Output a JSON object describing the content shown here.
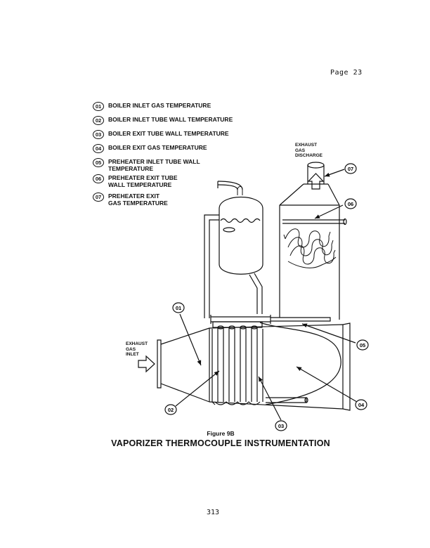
{
  "page_header": "Page 23",
  "legend": [
    {
      "num": "01",
      "text": "BOILER INLET GAS TEMPERATURE"
    },
    {
      "num": "02",
      "text": "BOILER INLET TUBE WALL TEMPERATURE"
    },
    {
      "num": "03",
      "text": "BOILER EXIT TUBE WALL TEMPERATURE"
    },
    {
      "num": "04",
      "text": "BOILER EXIT GAS TEMPERATURE"
    },
    {
      "num": "05",
      "text": "PREHEATER INLET TUBE WALL\nTEMPERATURE"
    },
    {
      "num": "06",
      "text": "PREHEATER EXIT TUBE\nWALL TEMPERATURE"
    },
    {
      "num": "07",
      "text": "PREHEATER EXIT\nGAS TEMPERATURE"
    }
  ],
  "labels": {
    "exhaust_discharge": "EXHAUST\nGAS\nDISCHARGE",
    "exhaust_inlet": "EXHAUST\nGAS\nINLET"
  },
  "callouts": {
    "c01": "01",
    "c02": "02",
    "c03": "03",
    "c04": "04",
    "c05": "05",
    "c06": "06",
    "c07": "07"
  },
  "caption": {
    "figure": "Figure 9B",
    "title": "VAPORIZER THERMOCOUPLE INSTRUMENTATION"
  },
  "page_footer": "313"
}
